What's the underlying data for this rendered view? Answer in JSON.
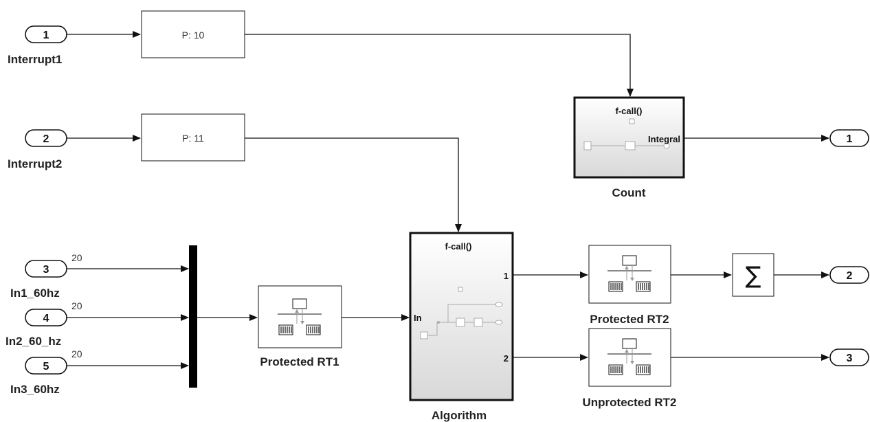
{
  "inports": [
    {
      "num": "1",
      "label": "Interrupt1",
      "width": ""
    },
    {
      "num": "2",
      "label": "Interrupt2",
      "width": ""
    },
    {
      "num": "3",
      "label": "In1_60hz",
      "width": "20"
    },
    {
      "num": "4",
      "label": "In2_60_hz",
      "width": "20"
    },
    {
      "num": "5",
      "label": "In3_60hz",
      "width": "20"
    }
  ],
  "priority_blocks": [
    {
      "text": "P: 10"
    },
    {
      "text": "P: 11"
    }
  ],
  "count": {
    "title": "f-call()",
    "port": "Integral",
    "label": "Count"
  },
  "algorithm": {
    "title": "f-call()",
    "in_port": "In",
    "out1": "1",
    "out2": "2",
    "label": "Algorithm"
  },
  "rate_transitions": {
    "rt1": "Protected RT1",
    "rt2": "Protected RT2",
    "urt2": "Unprotected RT2"
  },
  "outports": [
    {
      "num": "1"
    },
    {
      "num": "2"
    },
    {
      "num": "3"
    }
  ],
  "sum_symbol": "∑",
  "colors": {
    "wire": "#111111",
    "block_fill": "#ffffff",
    "subsystem_gradient_end": "#dcdcdc"
  }
}
